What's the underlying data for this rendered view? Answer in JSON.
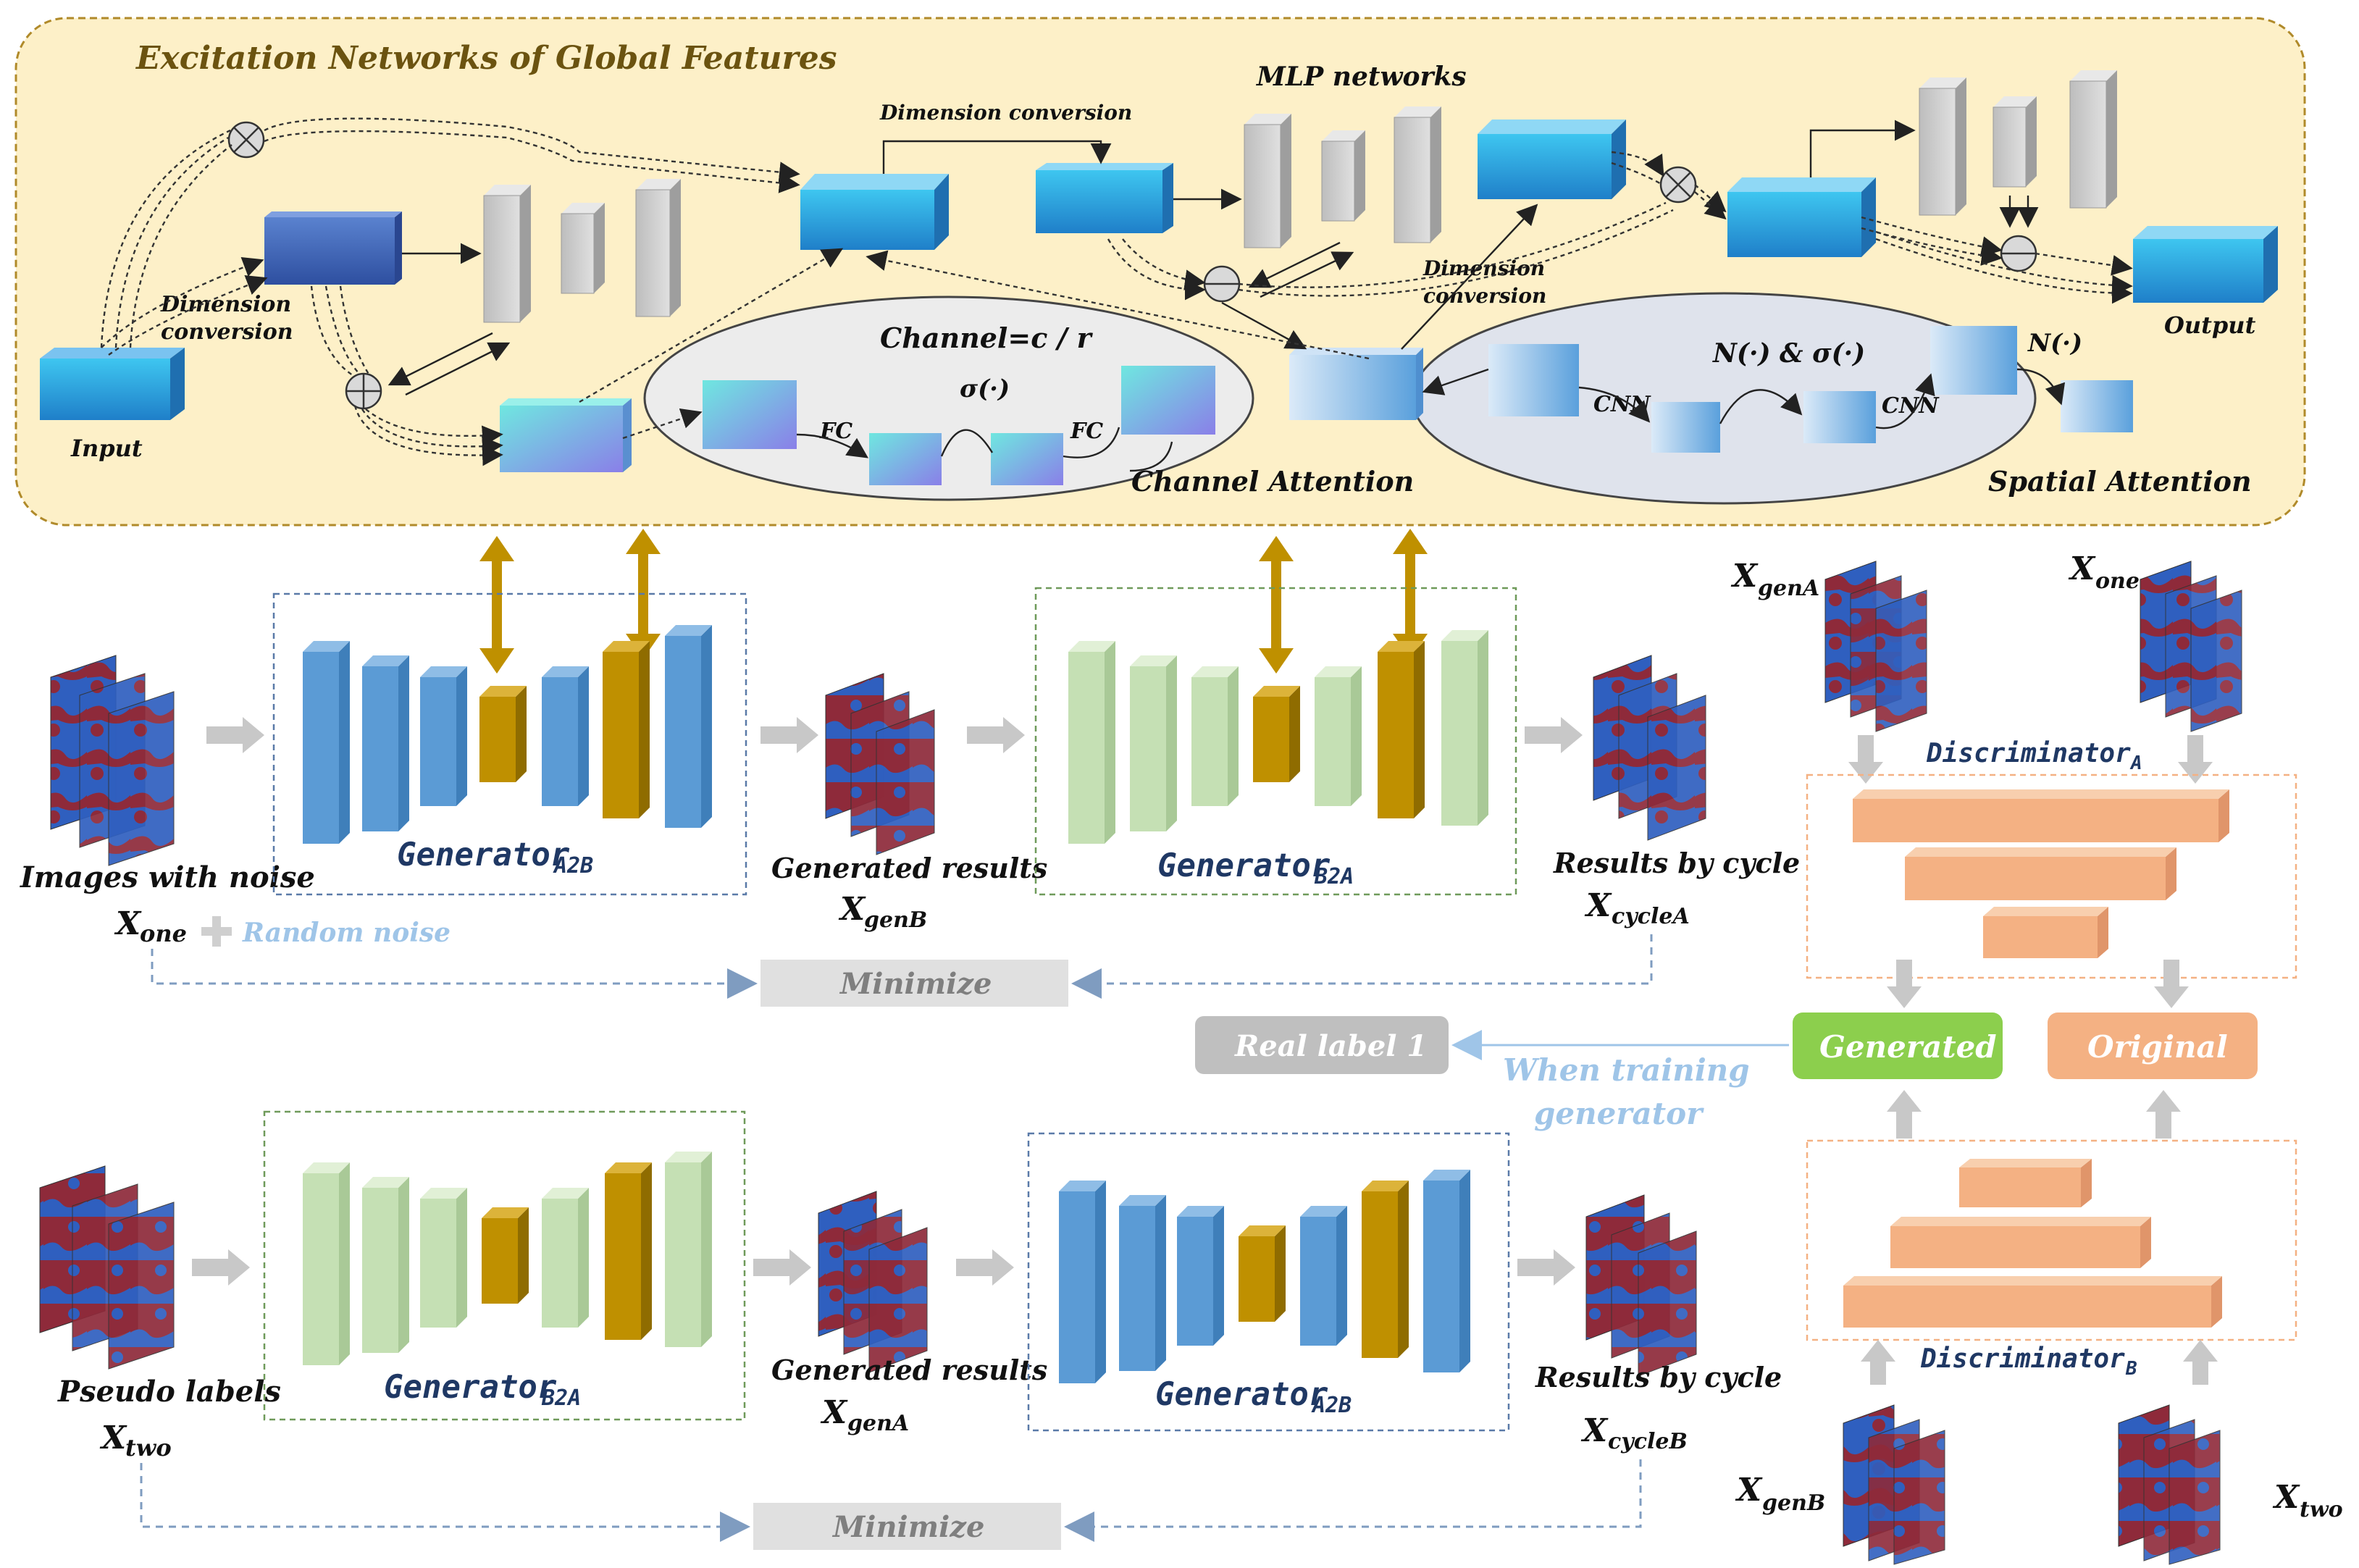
{
  "excitation": {
    "title": "Excitation Networks of Global Features",
    "input": "Input",
    "output": "Output",
    "dim_conv_left_1": "Dimension",
    "dim_conv_left_2": "conversion",
    "dim_conv_top": "Dimension conversion",
    "dim_conv_right_1": "Dimension",
    "dim_conv_right_2": "conversion",
    "mlp": "MLP networks",
    "channel_formula": "Channel=c / r",
    "sigma": "σ(·)",
    "fc1": "FC",
    "fc2": "FC",
    "channel_attention": "Channel Attention",
    "n_sigma": "N(·) & σ(·)",
    "n_dot": "N(·)",
    "cnn1": "CNN",
    "cnn2": "CNN",
    "spatial_attention": "Spatial Attention"
  },
  "row1": {
    "input_label": "Images with noise",
    "input_var": "X",
    "input_sub": "one",
    "random_noise": "Random noise",
    "generator_main": "Generator",
    "generator_sub": "A2B",
    "generated_label": "Generated results",
    "generated_var": "X",
    "generated_sub": "genB",
    "generator2_main": "Generator",
    "generator2_sub": "B2A",
    "cycle_label": "Results by cycle",
    "cycle_var": "X",
    "cycle_sub": "cycleA",
    "minimize": "Minimize"
  },
  "row2": {
    "input_label": "Pseudo labels",
    "input_var": "X",
    "input_sub": "two",
    "generator_main": "Generator",
    "generator_sub": "B2A",
    "generated_label": "Generated results",
    "generated_var": "X",
    "generated_sub": "genA",
    "generator2_main": "Generator",
    "generator2_sub": "A2B",
    "cycle_label": "Results by cycle",
    "cycle_var": "X",
    "cycle_sub": "cycleB",
    "minimize": "Minimize"
  },
  "discriminators": {
    "genA_var": "X",
    "genA_sub": "genA",
    "one_var": "X",
    "one_sub": "one",
    "discA_main": "Discriminator",
    "discA_sub": "A",
    "generated": "Generated",
    "original": "Original",
    "real_label": "Real label 1",
    "when_training_1": "When training",
    "when_training_2": "generator",
    "discB_main": "Discriminator",
    "discB_sub": "B",
    "genB_var": "X",
    "genB_sub": "genB",
    "two_var": "X",
    "two_sub": "two"
  },
  "colors": {
    "panel_fill": "#fdf0c8",
    "panel_stroke": "#b08a2a",
    "blue_block": "#5b9bd5",
    "green_block": "#c5e0b4",
    "gold_block": "#bf9000",
    "orange_bar": "#f4b183",
    "generated_badge": "#8ccf4d",
    "original_badge": "#f4b183",
    "gray_badge": "#bfbfbf",
    "minimize_badge": "#e0e0e0",
    "heatmap_red": "#8e2a3a",
    "heatmap_blue": "#2f5fbf"
  }
}
